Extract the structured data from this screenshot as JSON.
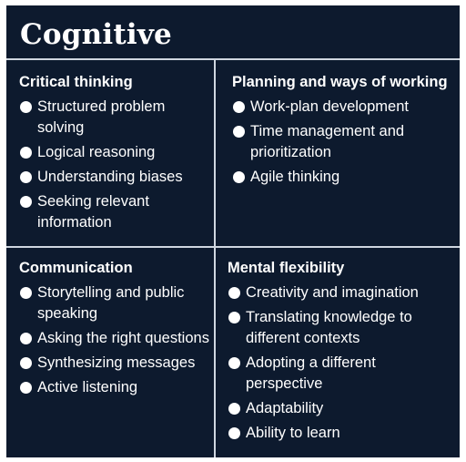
{
  "title": "Cognitive",
  "quadrants": [
    {
      "heading": "Critical thinking",
      "items": [
        "Structured problem solving",
        "Logical reasoning",
        "Understanding biases",
        "Seeking relevant information"
      ]
    },
    {
      "heading": "Planning and ways of working",
      "items": [
        "Work-plan development",
        "Time management and prioritization",
        "Agile thinking"
      ]
    },
    {
      "heading": "Communication",
      "items": [
        "Storytelling and public speaking",
        "Asking the right questions",
        "Synthesizing messages",
        "Active listening"
      ]
    },
    {
      "heading": "Mental flexibility",
      "items": [
        "Creativity and imagination",
        "Translating knowledge to different contexts",
        "Adopting a different perspective",
        "Adaptability",
        "Ability to learn"
      ]
    }
  ],
  "colors": {
    "background": "#0d1a2e",
    "text": "#ffffff",
    "divider": "#cfd6e0"
  }
}
